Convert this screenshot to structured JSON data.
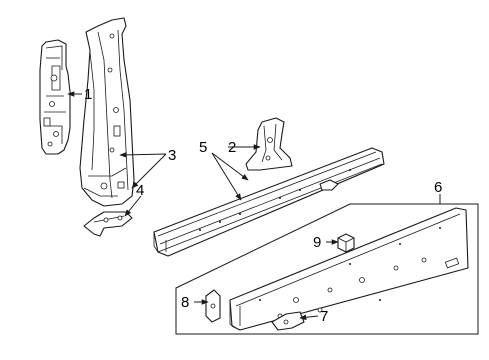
{
  "diagram": {
    "callouts": [
      {
        "id": "1",
        "label": "1"
      },
      {
        "id": "2",
        "label": "2"
      },
      {
        "id": "3",
        "label": "3"
      },
      {
        "id": "4",
        "label": "4"
      },
      {
        "id": "5",
        "label": "5"
      },
      {
        "id": "6",
        "label": "6"
      },
      {
        "id": "7",
        "label": "7"
      },
      {
        "id": "8",
        "label": "8"
      },
      {
        "id": "9",
        "label": "9"
      }
    ],
    "colors": {
      "line": "#1a1a1a",
      "background": "#ffffff"
    }
  }
}
